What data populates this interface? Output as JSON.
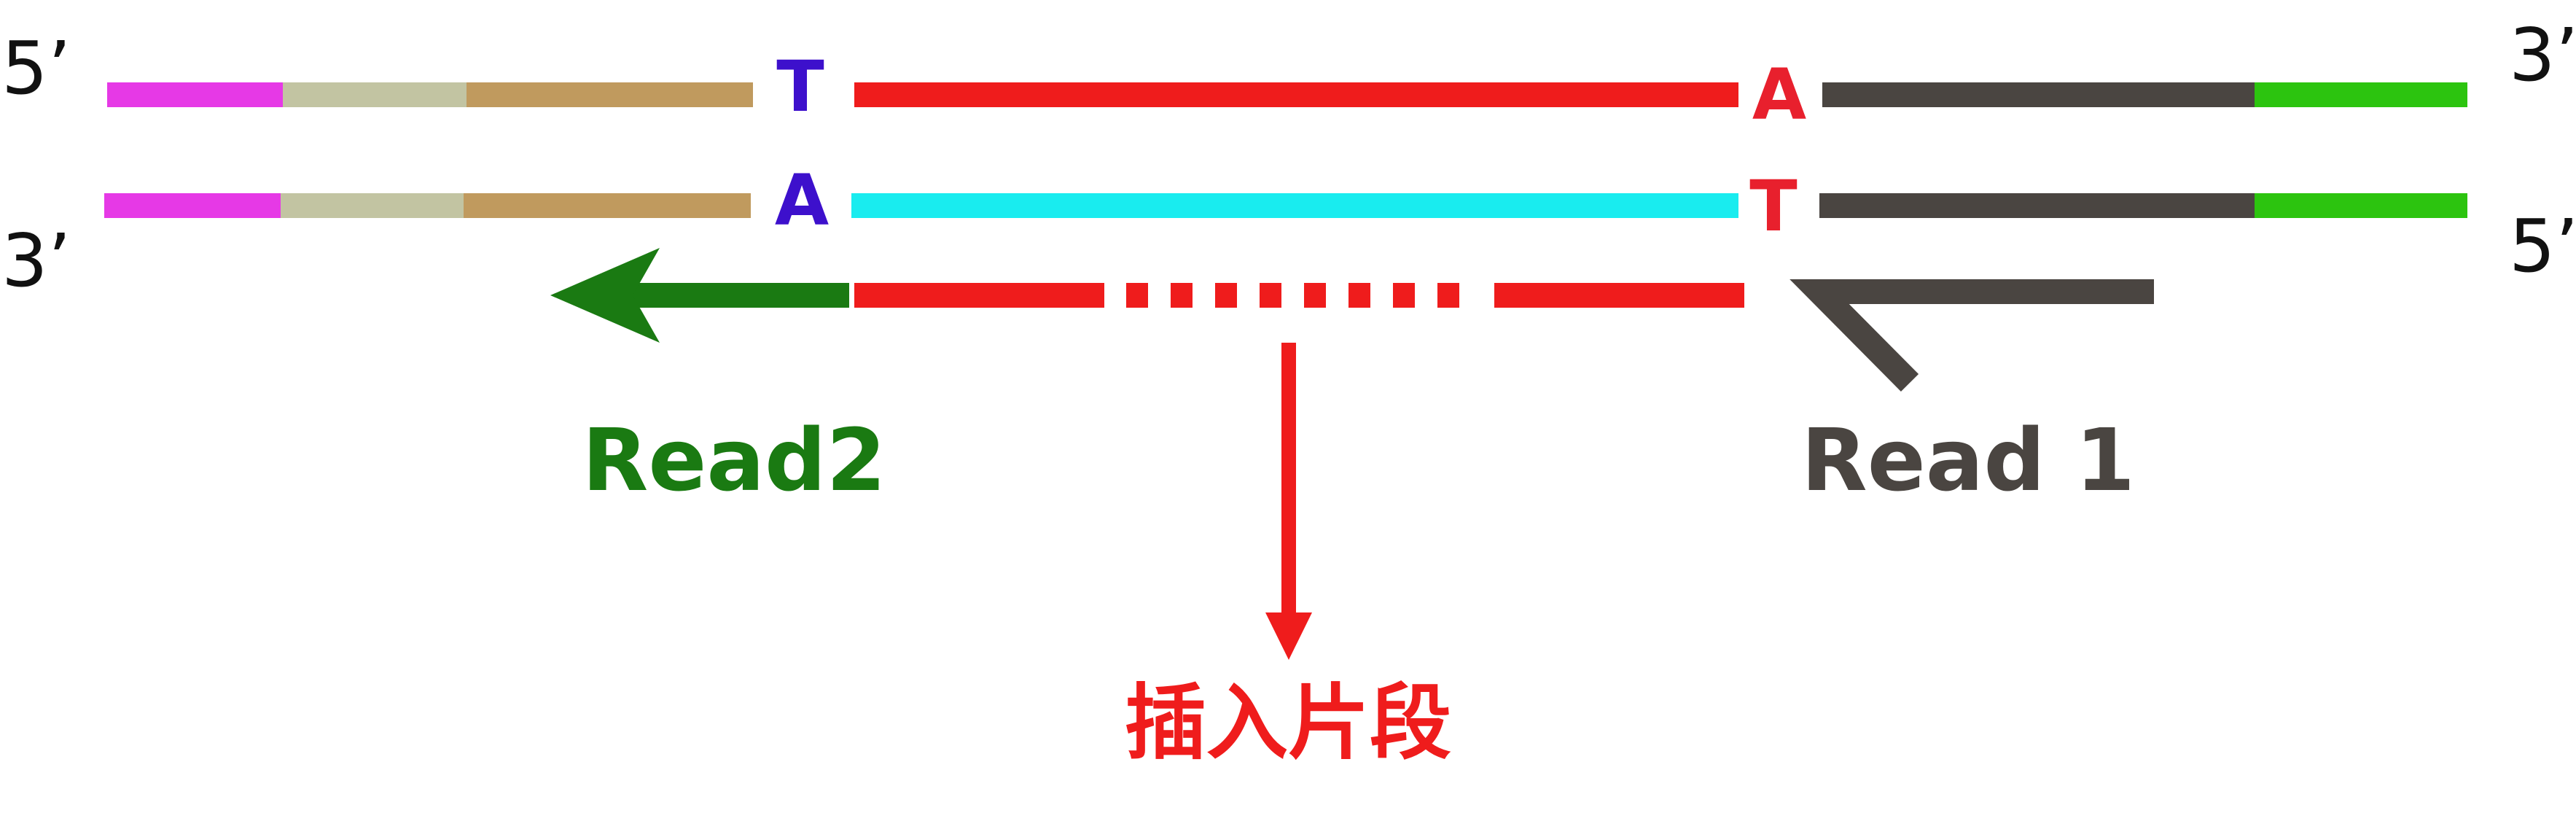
{
  "colors": {
    "adapter_magenta": "#e639e6",
    "adapter_gray": "#c2c4a2",
    "adapter_tan": "#c09a5e",
    "insert_red": "#ef1c1c",
    "insert_cyan": "#19ecef",
    "adapter_dark": "#4a4541",
    "adapter_green": "#2cc40f",
    "base_blue": "#3d10cc",
    "base_red": "#e8202d",
    "read2_green": "#1a7a12",
    "read1_dark": "#4a4541",
    "arrow_red": "#ef1c1c"
  },
  "ends": {
    "top_left": "5’",
    "top_right": "3’",
    "bottom_left": "3’",
    "bottom_right": "5’"
  },
  "bases": {
    "top_left": "T",
    "top_right": "A",
    "bottom_left": "A",
    "bottom_right": "T"
  },
  "reads": {
    "read2": "Read2",
    "read1": "Read 1"
  },
  "insert_label": "插入片段"
}
